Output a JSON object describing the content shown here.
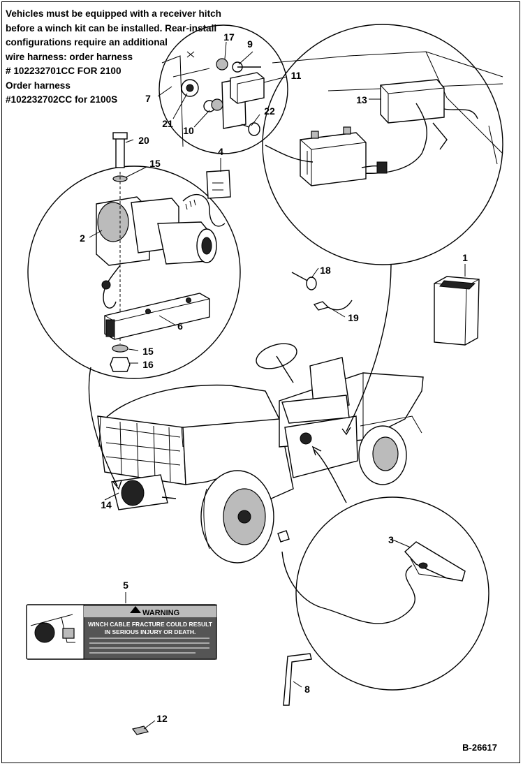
{
  "note": {
    "lines": [
      "Vehicles must be equipped with a receiver hitch",
      "before a winch kit can be installed. Rear-install",
      "configurations require an additional",
      "wire harness: order harness",
      "# 102232701CC FOR 2100",
      "Order harness",
      "#102232702CC for 2100S"
    ]
  },
  "callouts": {
    "c1": "1",
    "c2": "2",
    "c3": "3",
    "c4": "4",
    "c5": "5",
    "c6": "6",
    "c7": "7",
    "c8": "8",
    "c9": "9",
    "c10": "10",
    "c11": "11",
    "c12": "12",
    "c13": "13",
    "c14": "14",
    "c15a": "15",
    "c15b": "15",
    "c16": "16",
    "c17": "17",
    "c18": "18",
    "c19": "19",
    "c20": "20",
    "c21": "21",
    "c22": "22"
  },
  "warning_decal": {
    "heading": "WARNING",
    "line1": "WINCH CABLE FRACTURE COULD RESULT",
    "line2": "IN SERIOUS INJURY OR DEATH."
  },
  "figure_ref": "B-26617"
}
